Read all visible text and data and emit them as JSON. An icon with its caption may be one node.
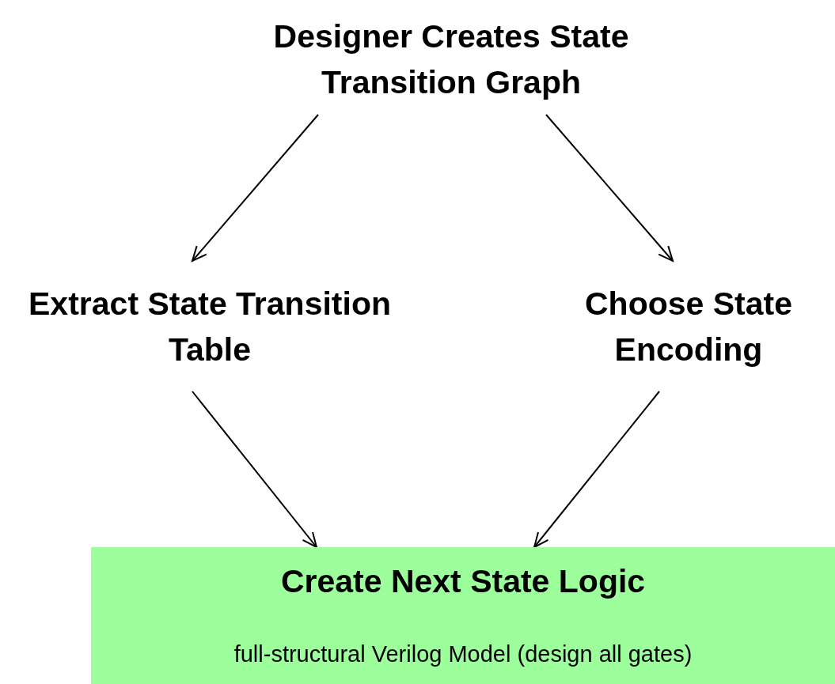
{
  "diagram": {
    "nodes": [
      {
        "text": [
          "Designer Creates State Transition Graph"
        ]
      },
      {
        "text": [
          "Extract State Transition Table"
        ]
      },
      {
        "text": [
          "Choose State Encoding"
        ]
      },
      {
        "text": [
          "Create Next State Logic",
          "full-structural Verilog Model (design all gates)"
        ]
      }
    ],
    "edges": [
      {
        "from": 0,
        "to": 1,
        "arrow": "to"
      },
      {
        "from": 0,
        "to": 2,
        "arrow": "to"
      },
      {
        "from": 1,
        "to": 3,
        "arrow": "to"
      },
      {
        "from": 2,
        "to": 3,
        "arrow": "to"
      }
    ]
  }
}
